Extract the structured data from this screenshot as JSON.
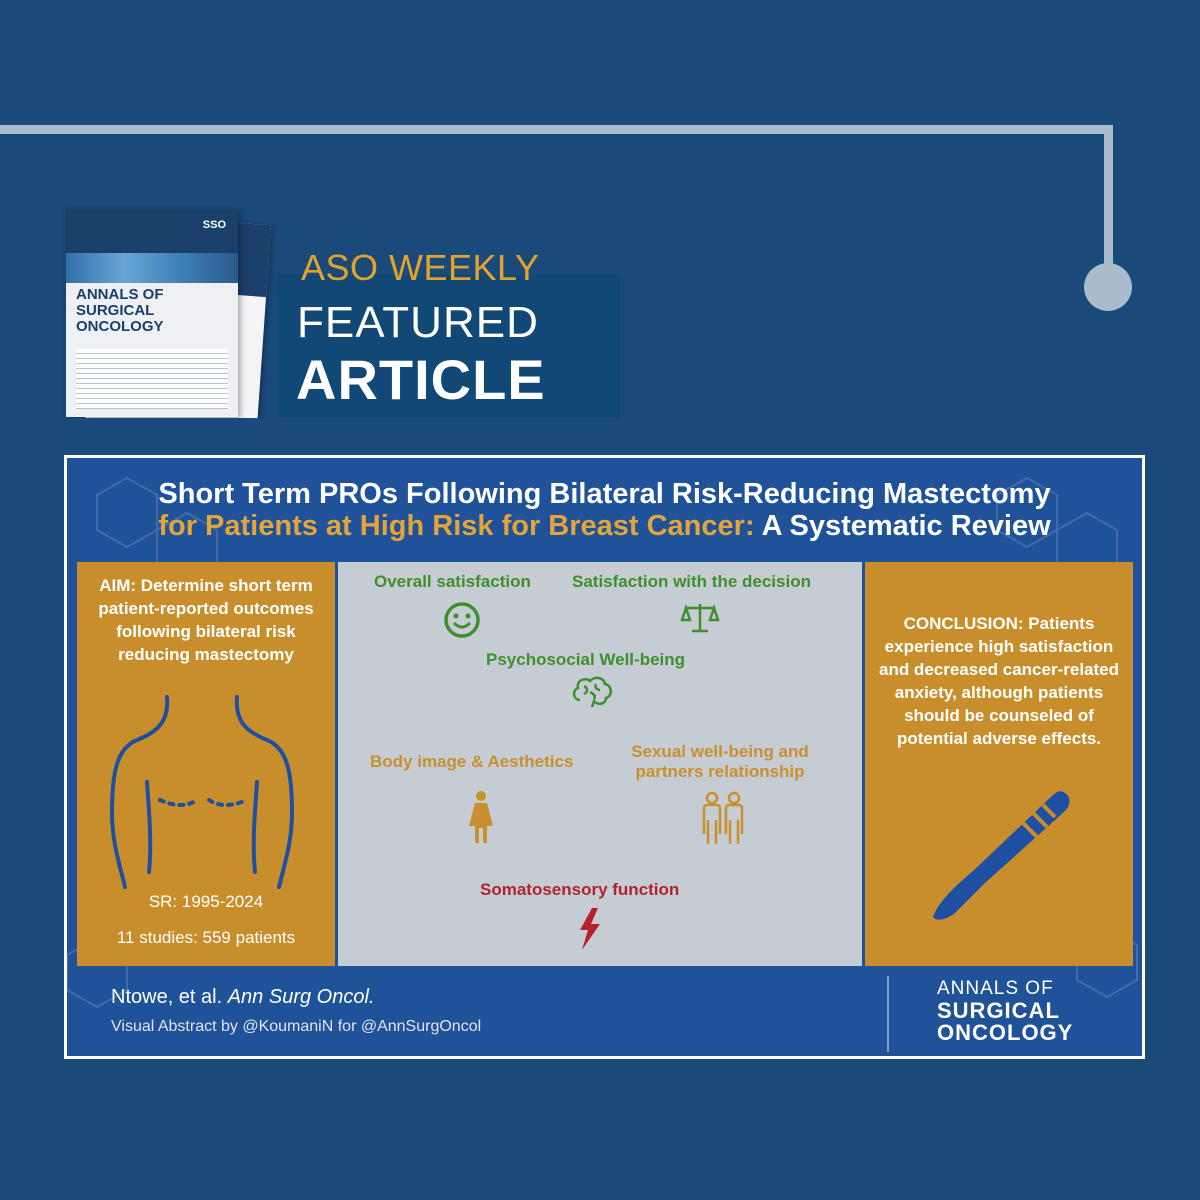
{
  "journal_cover": {
    "sso_label": "SSO",
    "title_line1": "ANNALS OF",
    "title_line2": "SURGICAL",
    "title_line3": "ONCOLOGY"
  },
  "badge": {
    "line1": "ASO WEEKLY",
    "line2": "FEATURED",
    "line3": "ARTICLE"
  },
  "visual_abstract": {
    "title_line1": "Short Term PROs Following Bilateral Risk-Reducing Mastectomy",
    "title_line2_highlight": "for Patients at High Risk for Breast Cancer:",
    "title_line2_rest": " A Systematic Review",
    "aim_label": "AIM:",
    "aim_text": " Determine short term patient-reported outcomes following bilateral risk reducing mastectomy",
    "sr_range": "SR: 1995-2024",
    "studies": "11 studies: 559 patients",
    "outcomes": {
      "overall_satisfaction": "Overall satisfaction",
      "decision_satisfaction": "Satisfaction with the decision",
      "psychosocial": "Psychosocial Well-being",
      "body_image": "Body image & Aesthetics",
      "sexual_line1": "Sexual well-being and",
      "sexual_line2": "partners relationship",
      "somatosensory": "Somatosensory function"
    },
    "conclusion_label": "CONCLUSION:",
    "conclusion_text": " Patients experience high satisfaction and decreased cancer-related anxiety, although patients should be counseled of potential adverse effects.",
    "citation_authors": "Ntowe, et al. ",
    "citation_journal": "Ann Surg Oncol.",
    "credit": "Visual Abstract by @KoumaniN for @AnnSurgOncol",
    "logo_line1": "ANNALS OF",
    "logo_line2": "SURGICAL",
    "logo_line3": "ONCOLOGY"
  },
  "colors": {
    "background": "#1a4a7a",
    "gold": "#e2a22e",
    "panel_gold": "#c98e2c",
    "panel_grey": "#c5ccd3",
    "green": "#3f8f2f",
    "red": "#b2232e",
    "accent_line": "#a9bccd"
  },
  "icons": [
    "smiley-icon",
    "scales-icon",
    "brain-icon",
    "woman-icon",
    "couple-icon",
    "lightning-icon",
    "scalpel-icon",
    "torso-icon"
  ]
}
